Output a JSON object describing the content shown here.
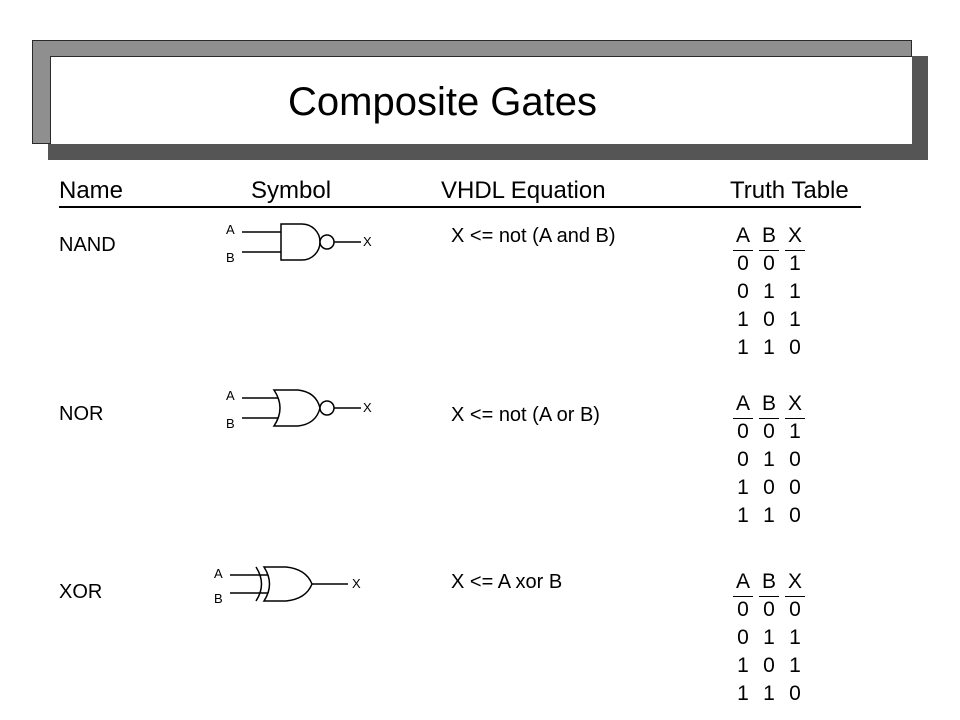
{
  "title": "Composite Gates",
  "headers": {
    "name": "Name",
    "symbol": "Symbol",
    "vhdl": "VHDL Equation",
    "truth": "Truth Table"
  },
  "gates": [
    {
      "name": "NAND",
      "pins": {
        "a": "A",
        "b": "B",
        "x": "X"
      },
      "equation": "X <= not (A and B)",
      "truth_header": [
        "A",
        "B",
        "X"
      ],
      "truth_rows": [
        [
          "0",
          "0",
          "1"
        ],
        [
          "0",
          "1",
          "1"
        ],
        [
          "1",
          "0",
          "1"
        ],
        [
          "1",
          "1",
          "0"
        ]
      ]
    },
    {
      "name": "NOR",
      "pins": {
        "a": "A",
        "b": "B",
        "x": "X"
      },
      "equation": "X <= not (A or B)",
      "truth_header": [
        "A",
        "B",
        "X"
      ],
      "truth_rows": [
        [
          "0",
          "0",
          "1"
        ],
        [
          "0",
          "1",
          "0"
        ],
        [
          "1",
          "0",
          "0"
        ],
        [
          "1",
          "1",
          "0"
        ]
      ]
    },
    {
      "name": "XOR",
      "pins": {
        "a": "A",
        "b": "B",
        "x": "X"
      },
      "equation": "X <= A xor B",
      "truth_header": [
        "A",
        "B",
        "X"
      ],
      "truth_rows": [
        [
          "0",
          "0",
          "0"
        ],
        [
          "0",
          "1",
          "1"
        ],
        [
          "1",
          "0",
          "1"
        ],
        [
          "1",
          "1",
          "0"
        ]
      ]
    }
  ]
}
